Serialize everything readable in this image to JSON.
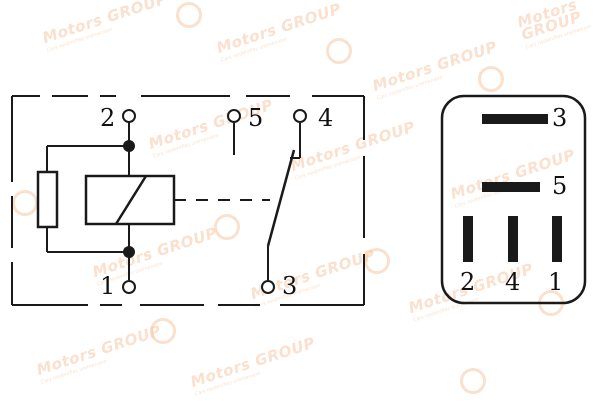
{
  "watermark": {
    "brand": "Motors GROUP",
    "tagline": "Cars nedenifies vremeniem"
  },
  "schematic": {
    "pins": {
      "pin_2": "2",
      "pin_5": "5",
      "pin_4": "4",
      "pin_1": "1",
      "pin_3": "3"
    }
  },
  "connector": {
    "pins": {
      "pin_3": "3",
      "pin_5": "5",
      "bottom": [
        "2",
        "4",
        "1"
      ]
    }
  },
  "colors": {
    "line": "#1a1a1a",
    "watermark": "#f6c8a6"
  }
}
